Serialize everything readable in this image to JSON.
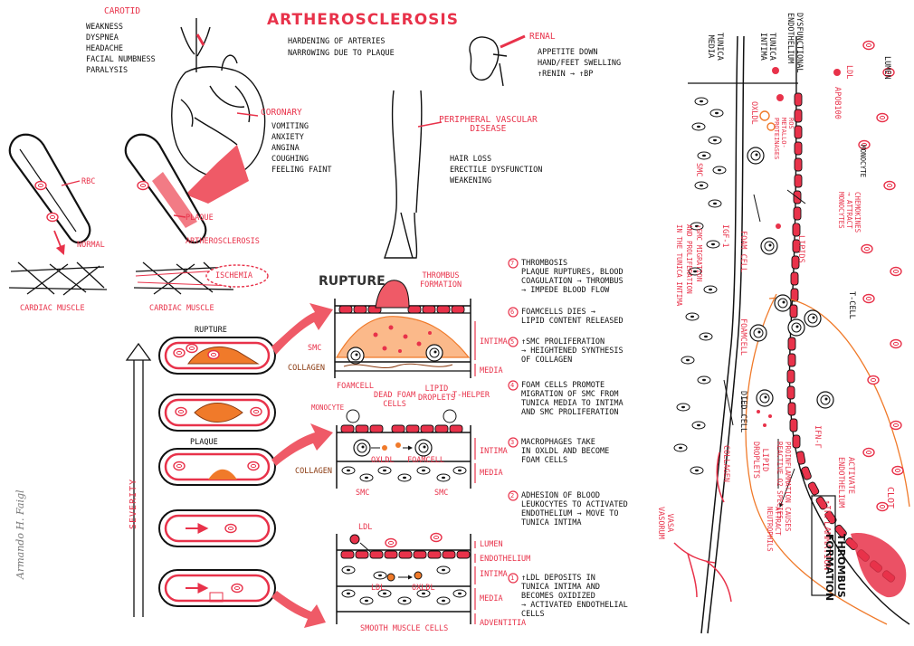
{
  "title": "ARTHEROSCLEROSIS",
  "subtitle": "HARDENING OF ARTERIES\nNARROWING DUE TO PLAQUE",
  "author": "Armando H. Faigl",
  "carotid": {
    "label": "CAROTID",
    "symptoms": [
      "WEAKNESS",
      "DYSPNEA",
      "HEADACHE",
      "FACIAL NUMBNESS",
      "PARALYSIS"
    ]
  },
  "coronary": {
    "label": "CORONARY",
    "symptoms": [
      "VOMITING",
      "ANXIETY",
      "ANGINA",
      "COUGHING",
      "FEELING FAINT"
    ]
  },
  "renal": {
    "label": "RENAL",
    "symptoms": [
      "APPETITE DOWN",
      "HAND/FEET SWELLING",
      "↑RENIN → ↑BP"
    ]
  },
  "pvd": {
    "label": "PERIPHERAL VASCULAR\nDISEASE",
    "symptoms": [
      "HAIR LOSS",
      "ERECTILE DYSFUNCTION",
      "WEAKENING"
    ]
  },
  "vessels": {
    "rbc": "RBC",
    "normal": "NORMAL",
    "plaque": "PLAQUE",
    "atherosclerosis": "ARTHEROSCLEROSIS",
    "cardiac_muscle_1": "CARDIAC MUSCLE",
    "cardiac_muscle_2": "CARDIAC MUSCLE",
    "ischemia": "ISCHEMIA"
  },
  "progression": {
    "severity": "SEVERITY",
    "rupture": "RUPTURE",
    "plaque": "PLAQUE"
  },
  "rupture_panel": {
    "title": "RUPTURE",
    "thrombus": "THROMBUS\nFORMATION",
    "smc": "SMC",
    "collagen": "COLLAGEN",
    "foamcell": "FOAMCELL",
    "dead_foam": "DEAD FOAM\nCELLS",
    "lipid_droplets": "LIPID\nDROPLETS",
    "t_helper": "T-HELPER",
    "intima": "INTIMA",
    "media": "MEDIA"
  },
  "middle_panel": {
    "monocyte": "MONOCYTE",
    "oxldl": "OXLDL",
    "foamcell": "FOAMCELL",
    "collagen": "COLLAGEN",
    "smc_left": "SMC",
    "smc_right": "SMC",
    "intima": "INTIMA",
    "media": "MEDIA"
  },
  "bottom_panel": {
    "ldl_top": "LDL",
    "ldl": "LDL",
    "oxldl": "OXLDL",
    "lumen": "LUMEN",
    "endothelium": "ENDOTHELIUM",
    "intima": "INTIMA",
    "media": "MEDIA",
    "adventitia": "ADVENTITIA",
    "smc": "SMOOTH MUSCLE CELLS"
  },
  "steps": [
    {
      "num": "7",
      "text": "THROMBOSIS\nPLAQUE RUPTURES, BLOOD\nCOAGULATION → THROMBUS\n→ IMPEDE BLOOD FLOW"
    },
    {
      "num": "6",
      "text": "FOAMCELLS DIES →\nLIPID CONTENT RELEASED"
    },
    {
      "num": "5",
      "text": "↑SMC PROLIFERATION\n→ HEIGHTENED SYNTHESIS\nOF COLLAGEN"
    },
    {
      "num": "4",
      "text": "FOAM CELLS PROMOTE\nMIGRATION OF SMC FROM\nTUNICA MEDIA TO INTIMA\nAND SMC PROLIFERATION"
    },
    {
      "num": "3",
      "text": "MACROPHAGES TAKE\nIN OXLDL AND BECOME\nFOAM CELLS"
    },
    {
      "num": "2",
      "text": "ADHESION OF BLOOD\nLEUKOCYTES TO ACTIVATED\nENDOTHELIUM → MOVE TO\nTUNICA INTIMA"
    },
    {
      "num": "1",
      "text": "↑LDL DEPOSITS IN\nTUNICA INTIMA AND\nBECOMES OXIDIZED\n→ ACTIVATED ENDOTHELIAL\nCELLS"
    }
  ],
  "right_panel": {
    "tunica_media": "TUNICA\nMEDIA",
    "tunica_intima": "TUNICA\nINTIMA",
    "dysfunctional_endothelium": "DYSFUNCTIONAL\nENDOTHELIUM",
    "lumen": "LUMEN",
    "ldl": "LDL",
    "apob100": "APOB100",
    "oxldl": "OXLDL",
    "ros": "ROS\nMETALLO-\nPROTEINASES",
    "monocyte": "MONOCYTE",
    "chemokines": "CHEMOKINES\n→ ATTRACT\nMONOCYTES",
    "lipids": "LIPIDS",
    "tcell": "T-CELL",
    "smc": "SMC",
    "foam_cell": "FOAM CELL",
    "foamcell2": "FOAMCELL",
    "dead_cell": "DIED CELL",
    "collagen": "COLLAGEN",
    "lipid_droplets": "LIPID\nDROPLETS",
    "smc_migration": "↑SMC MIGRATION\nAND PROLIFERATION\nIN THE TUNICA INTIMA",
    "igf": "IGF-1",
    "vasa_vasorum": "VASA\nVASORUM",
    "pro_inflammation": "PROINFLAMMATION CAUSES\nREACTIVE O2 SPECIES",
    "attract_neutrophils": "ATTRACT\nNEUTROPHILS",
    "ifn": "IFN-γ",
    "activate_endothelium": "ACTIVATE\nENDOTHELIUM",
    "inflammation": "↑INFLAMMATION",
    "clot": "CLOT",
    "thrombus": "THROMBUS\nFORMATION"
  }
}
